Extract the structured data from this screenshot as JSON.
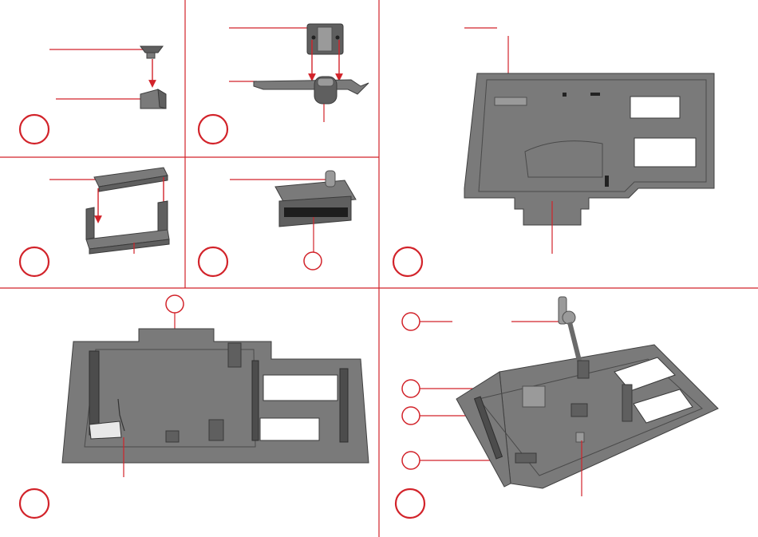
{
  "colors": {
    "accent": "#d2232a",
    "part": "#7a7a7a",
    "part_dark": "#5f5f5f",
    "background": "#ffffff"
  },
  "panels": [
    {
      "id": "p1",
      "step_number": ""
    },
    {
      "id": "p2",
      "step_number": ""
    },
    {
      "id": "p3",
      "step_number": ""
    },
    {
      "id": "p4",
      "step_number": ""
    },
    {
      "id": "p5",
      "step_number": ""
    },
    {
      "id": "p6",
      "step_number": ""
    },
    {
      "id": "p7",
      "step_number": ""
    }
  ]
}
